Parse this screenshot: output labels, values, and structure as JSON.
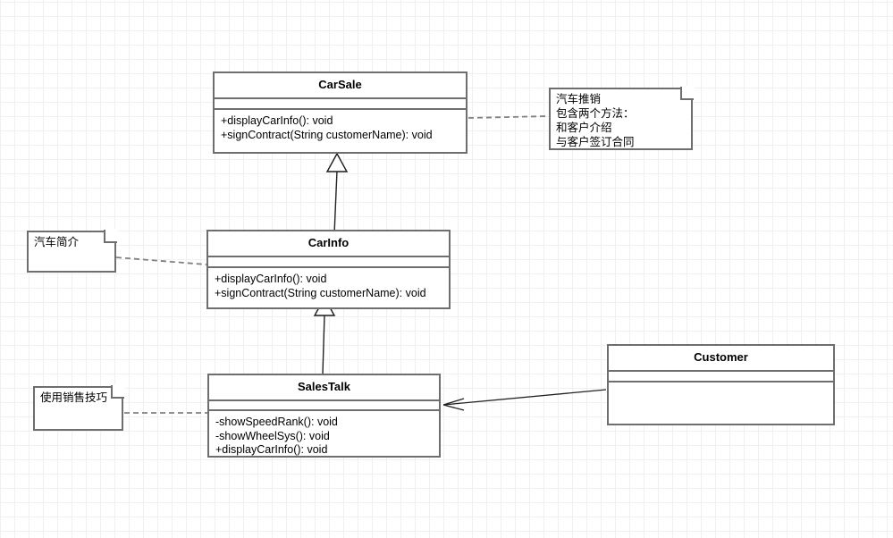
{
  "diagram": {
    "title": "UML Class Diagram",
    "background": "#ffffff",
    "grid_color": "#f0f0f0",
    "line_color": "#6e6e6e",
    "note_line_color": "#808080",
    "edge_color": "#222222"
  },
  "classes": {
    "carsale": {
      "name": "CarSale",
      "attributes": [],
      "operations": [
        "+displayCarInfo(): void",
        "+signContract(String customerName): void"
      ]
    },
    "carinfo": {
      "name": "CarInfo",
      "attributes": [],
      "operations": [
        "+displayCarInfo(): void",
        "+signContract(String customerName): void"
      ]
    },
    "salestalk": {
      "name": "SalesTalk",
      "attributes": [],
      "operations": [
        "-showSpeedRank(): void",
        "-showWheelSys(): void",
        "+displayCarInfo(): void"
      ]
    },
    "customer": {
      "name": "Customer",
      "attributes": [],
      "operations": []
    }
  },
  "notes": {
    "carsale_note": {
      "text": "汽车推销\n包含两个方法：\n和客户介绍\n与客户签订合同"
    },
    "carinfo_note": {
      "text": "汽车简介"
    },
    "salestalk_note": {
      "text": "使用销售技巧"
    }
  },
  "relationships": [
    {
      "name": "carinfo-generalizes-carsale",
      "type": "generalization",
      "from": "CarInfo",
      "to": "CarSale",
      "arrowhead": "hollow-triangle"
    },
    {
      "name": "salestalk-generalizes-carinfo",
      "type": "generalization",
      "from": "SalesTalk",
      "to": "CarInfo",
      "arrowhead": "hollow-triangle"
    },
    {
      "name": "customer-association-salestalk",
      "type": "association",
      "from": "Customer",
      "to": "SalesTalk",
      "arrowhead": "open-arrow"
    },
    {
      "name": "carsale-note-link",
      "type": "note-anchor",
      "from": "汽车推销 note",
      "to": "CarSale",
      "arrowhead": "none"
    },
    {
      "name": "carinfo-note-link",
      "type": "note-anchor",
      "from": "汽车简介 note",
      "to": "CarInfo",
      "arrowhead": "none"
    },
    {
      "name": "salestalk-note-link",
      "type": "note-anchor",
      "from": "使用销售技巧 note",
      "to": "SalesTalk",
      "arrowhead": "none"
    }
  ]
}
